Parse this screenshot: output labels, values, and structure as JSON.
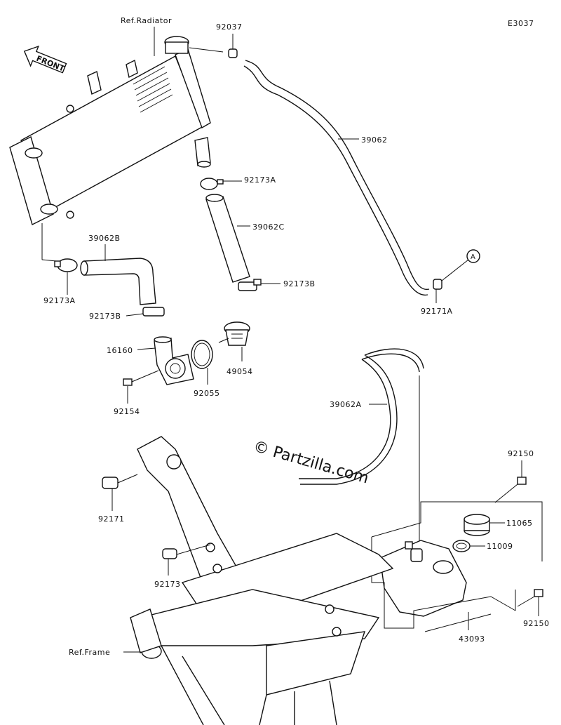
{
  "diagram_id": "E3037",
  "front_label": "FRONT",
  "watermark": "© Partzilla.com",
  "references": {
    "radiator": "Ref.Radiator",
    "frame": "Ref.Frame"
  },
  "callout_marker": "A",
  "parts": [
    "92037",
    "39062",
    "92173A",
    "39062C",
    "92173B",
    "92171A",
    "39062B",
    "92173A",
    "92173B",
    "16160",
    "49054",
    "92055",
    "92154",
    "39062A",
    "92150",
    "11065",
    "11009",
    "92171",
    "92173",
    "92150",
    "43093"
  ]
}
